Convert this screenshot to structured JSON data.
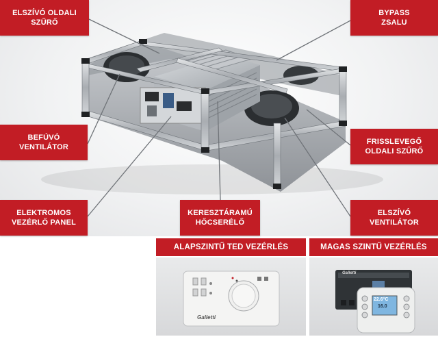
{
  "labels": {
    "filter_exhaust": [
      "ELSZÍVÓ OLDALI",
      "SZŰRŐ"
    ],
    "bypass": [
      "BYPASS",
      "ZSALU"
    ],
    "supply_fan": [
      "BEFÚVÓ",
      "VENTILÁTOR"
    ],
    "filter_fresh": [
      "FRISSLEVEGŐ",
      "OLDALI SZŰRŐ"
    ],
    "control_panel": [
      "ELEKTROMOS",
      "VEZÉRLŐ PANEL"
    ],
    "heat_exchanger": [
      "KERESZTÁRAMÚ",
      "HŐCSERÉLŐ"
    ],
    "exhaust_fan": [
      "ELSZÍVÓ",
      "VENTILÁTOR"
    ]
  },
  "panels": {
    "basic_title": "ALAPSZINTŰ TED VEZÉRLÉS",
    "advanced_title": "MAGAS SZINTŰ VEZÉRLÉS"
  },
  "devices": {
    "basic_brand": "Galletti",
    "advanced_brand": "Galletti",
    "display_reading": "22.6°C",
    "display_reading_2": "16.0"
  },
  "colors": {
    "accent_red": "#c21d25",
    "frame_silver": "#b9bcc0",
    "display_blue": "#7fb6e0"
  }
}
